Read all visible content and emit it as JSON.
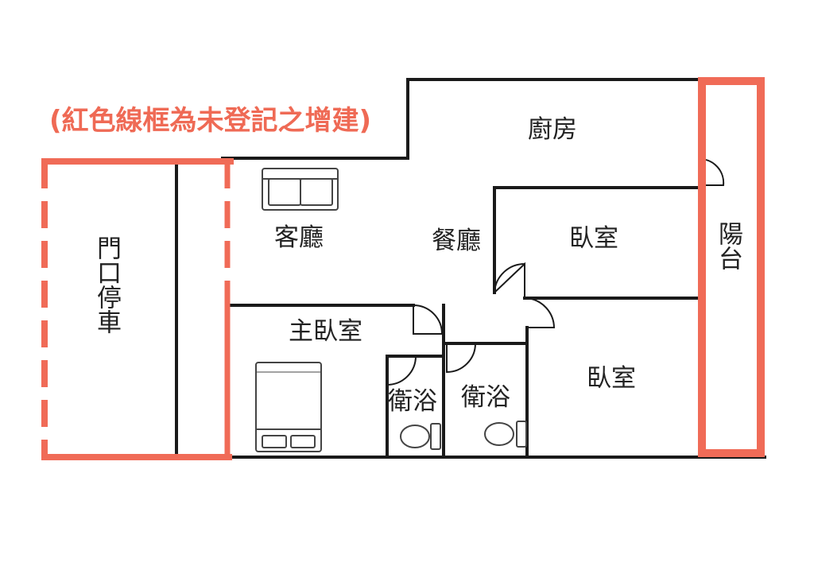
{
  "note": "(紅色線框為未登記之增建)",
  "rooms": {
    "kitchen": "廚房",
    "living": "客廳",
    "dining": "餐廳",
    "bedroom_top": "臥室",
    "bedroom_bottom": "臥室",
    "master_bedroom": "主臥室",
    "bath_left": "衛浴",
    "bath_right": "衛浴",
    "balcony": "陽台",
    "parking": "門口停車"
  },
  "colors": {
    "wall": "#1a1a1a",
    "addition_outline": "#f06b57",
    "note_text": "#ef6a55",
    "fixture": "#444444"
  },
  "icons": [
    "sofa-icon",
    "bed-icon",
    "toilet-icon",
    "door-swing-icon"
  ]
}
